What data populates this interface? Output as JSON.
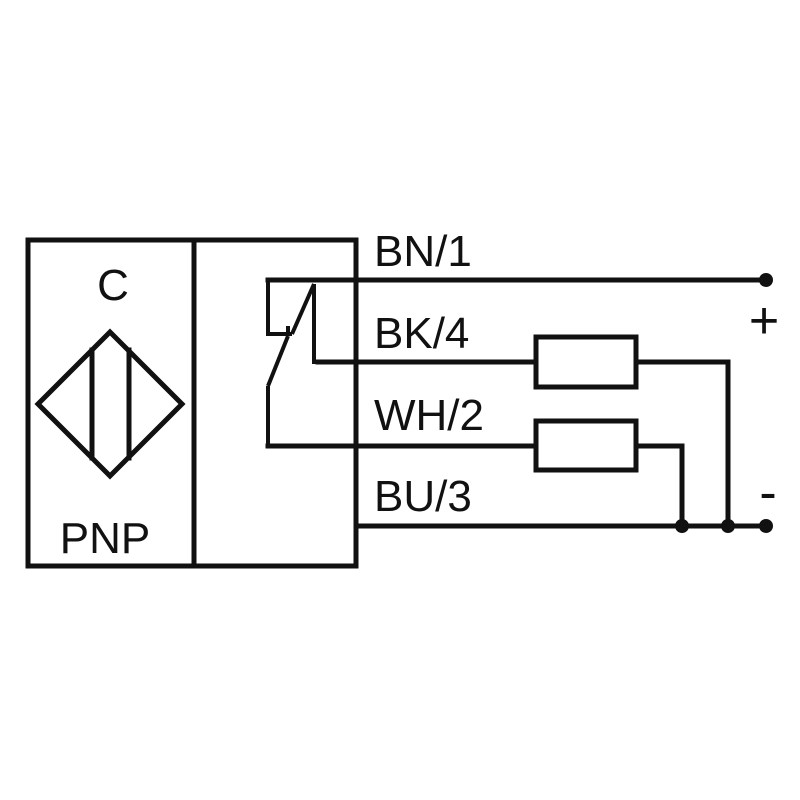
{
  "sensor": {
    "type_label": "C",
    "output_label": "PNP"
  },
  "wires": {
    "brown": "BN/1",
    "black": "BK/4",
    "white": "WH/2",
    "blue": "BU/3"
  },
  "supply": {
    "positive": "+",
    "negative": "-"
  },
  "colors": {
    "line": "#111111",
    "background": "#ffffff"
  }
}
